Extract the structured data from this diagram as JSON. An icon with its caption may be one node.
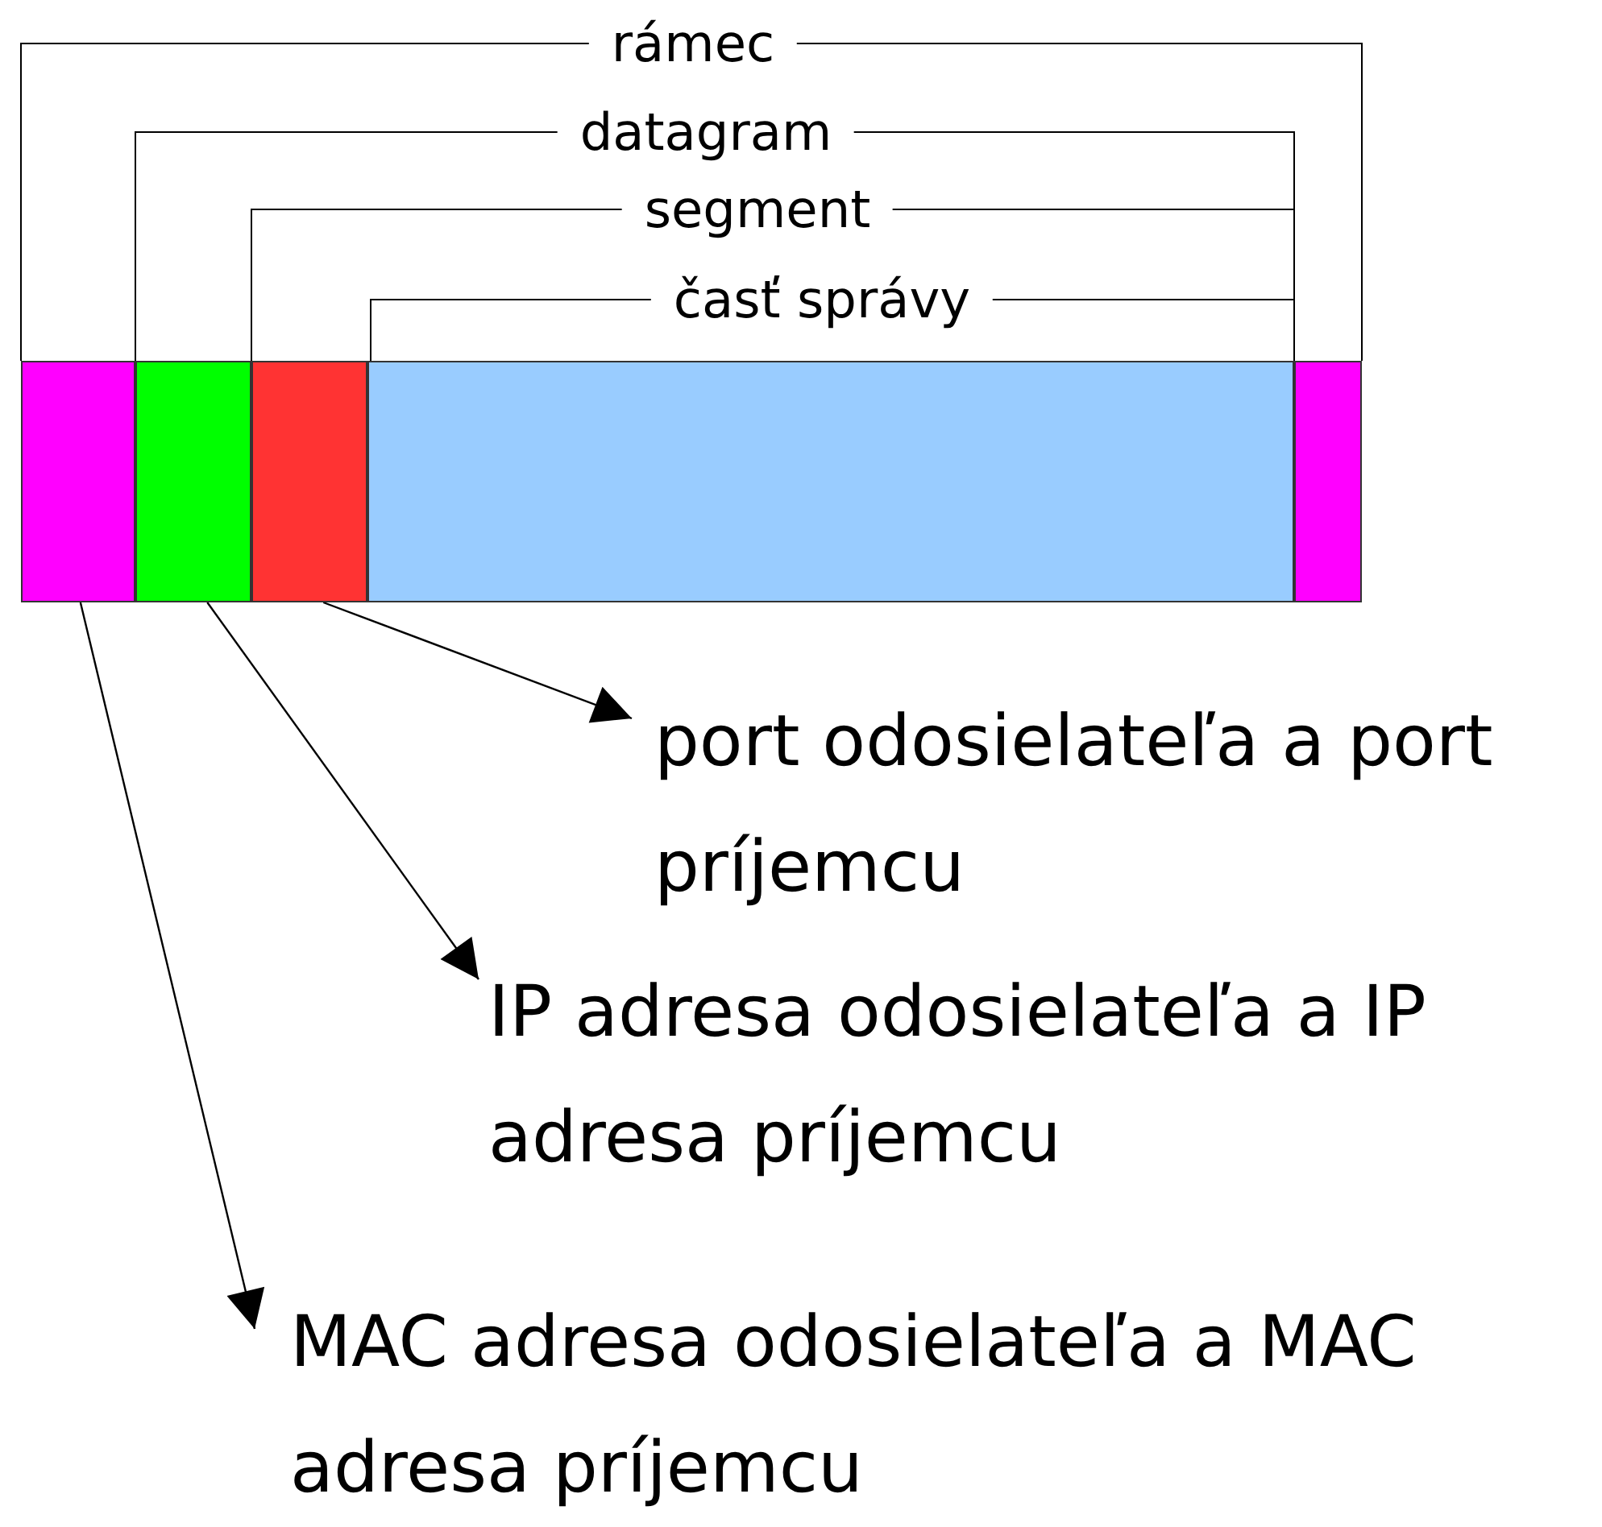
{
  "diagram": {
    "nodes": [
      {
        "text": [],
        "shape": "box"
      },
      {
        "text": [],
        "shape": "box"
      },
      {
        "text": [],
        "shape": "box"
      },
      {
        "text": [],
        "shape": "box"
      },
      {
        "text": [],
        "shape": "box"
      },
      {
        "text": [
          "port odosielateľa a port príjemcu"
        ]
      },
      {
        "text": [
          "IP adresa odosielateľa a IP adresa príjemcu"
        ]
      },
      {
        "text": [
          "MAC adresa odosielateľa a MAC adresa príjemcu"
        ]
      }
    ],
    "edges": [
      {
        "from": 2,
        "to": 5,
        "arrow": "to"
      },
      {
        "from": 1,
        "to": 6,
        "arrow": "to"
      },
      {
        "from": 0,
        "to": 7,
        "arrow": "to"
      }
    ],
    "labels": [
      "rámec",
      "datagram",
      "segment",
      "časť správy"
    ]
  }
}
